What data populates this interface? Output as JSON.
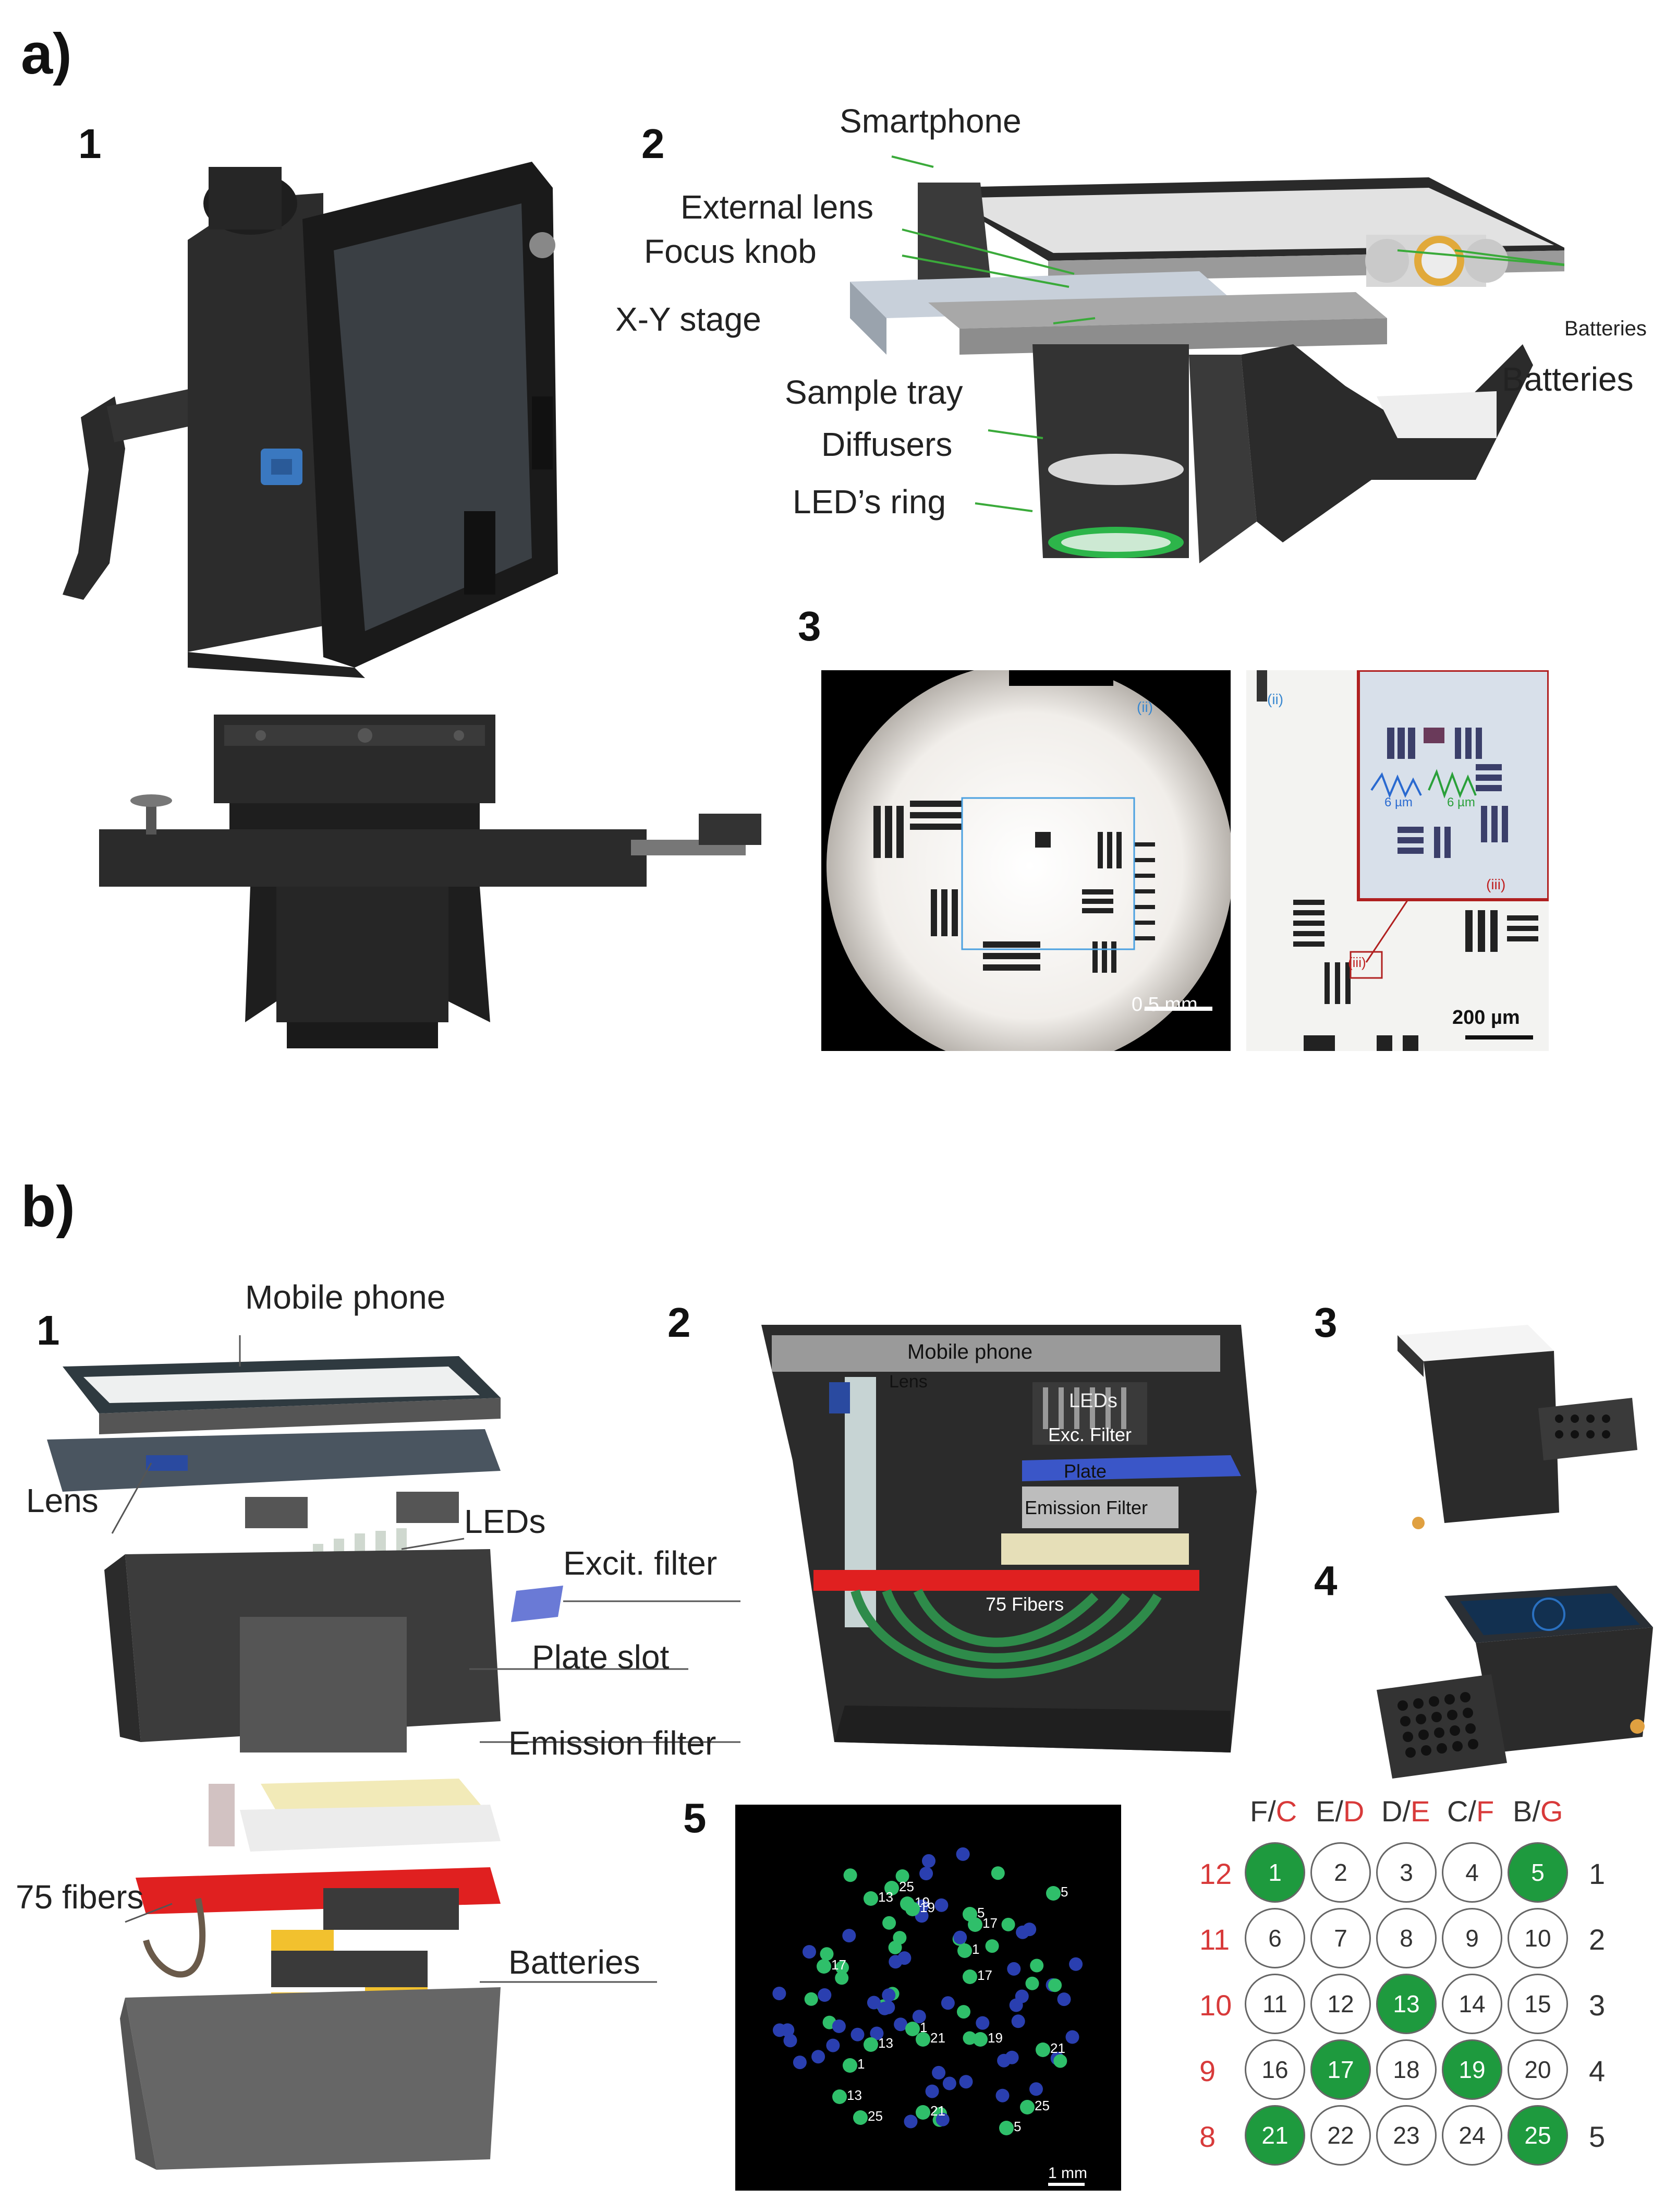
{
  "panel_a": {
    "letter": "a)",
    "sub1": "1",
    "sub2": "2",
    "sub3": "3",
    "labels": {
      "smartphone": "Smartphone",
      "external_lens": "External lens",
      "focus_knob": "Focus knob",
      "xy_stage": "X-Y stage",
      "sample_tray": "Sample tray",
      "diffusers": "Diffusers",
      "leds_ring": "LED’s ring",
      "batteries_small": "Batteries",
      "batteries": "Batteries"
    },
    "micrograph_left": {
      "scale": "0.5 mm",
      "roi": "(ii)"
    },
    "micrograph_right": {
      "scale": "200 µm",
      "roi_blue": "(ii)",
      "roi_red": "(iii)",
      "roi_red2": "(iii)",
      "prof1": "6 µm",
      "prof2": "6 µm"
    }
  },
  "panel_b": {
    "letter": "b)",
    "sub1": "1",
    "sub2": "2",
    "sub3": "3",
    "sub4": "4",
    "sub5": "5",
    "labels1": {
      "mobile_phone": "Mobile  phone",
      "lens": "Lens",
      "leds": "LEDs",
      "excit_filter": "Excit.  filter",
      "plate_slot": "Plate  slot",
      "emission_filter": "Emission  filter",
      "fibers": "75 fibers",
      "batteries": "Batteries"
    },
    "labels2": {
      "mobile_phone": "Mobile phone",
      "lens": "Lens",
      "leds": "LEDs",
      "exc_filter": "Exc. Filter",
      "plate": "Plate",
      "emission_filter": "Emission Filter",
      "fibers": "75 Fibers"
    },
    "fiber_image": {
      "scale": "1 mm",
      "numbers": [
        "25",
        "13",
        "19",
        "19",
        "17",
        "5",
        "5",
        "17",
        "1",
        "17",
        "1",
        "13",
        "21",
        "19",
        "21",
        "1",
        "13",
        "25",
        "21",
        "25",
        "5"
      ]
    },
    "well_grid": {
      "col_headers": [
        {
          "a": "F/",
          "b": "C"
        },
        {
          "a": "E/",
          "b": "D"
        },
        {
          "a": "D/",
          "b": "E"
        },
        {
          "a": "C/",
          "b": "F"
        },
        {
          "a": "B/",
          "b": "G"
        }
      ],
      "left_rows": [
        "12",
        "11",
        "10",
        "9",
        "8"
      ],
      "right_rows": [
        "1",
        "2",
        "3",
        "4",
        "5"
      ],
      "wells": [
        "1",
        "2",
        "3",
        "4",
        "5",
        "6",
        "7",
        "8",
        "9",
        "10",
        "11",
        "12",
        "13",
        "14",
        "15",
        "16",
        "17",
        "18",
        "19",
        "20",
        "21",
        "22",
        "23",
        "24",
        "25"
      ],
      "highlighted": [
        "1",
        "5",
        "13",
        "17",
        "19",
        "21",
        "25"
      ],
      "colors": {
        "green": "#1e9a3e",
        "red": "#d83a3a"
      }
    }
  }
}
